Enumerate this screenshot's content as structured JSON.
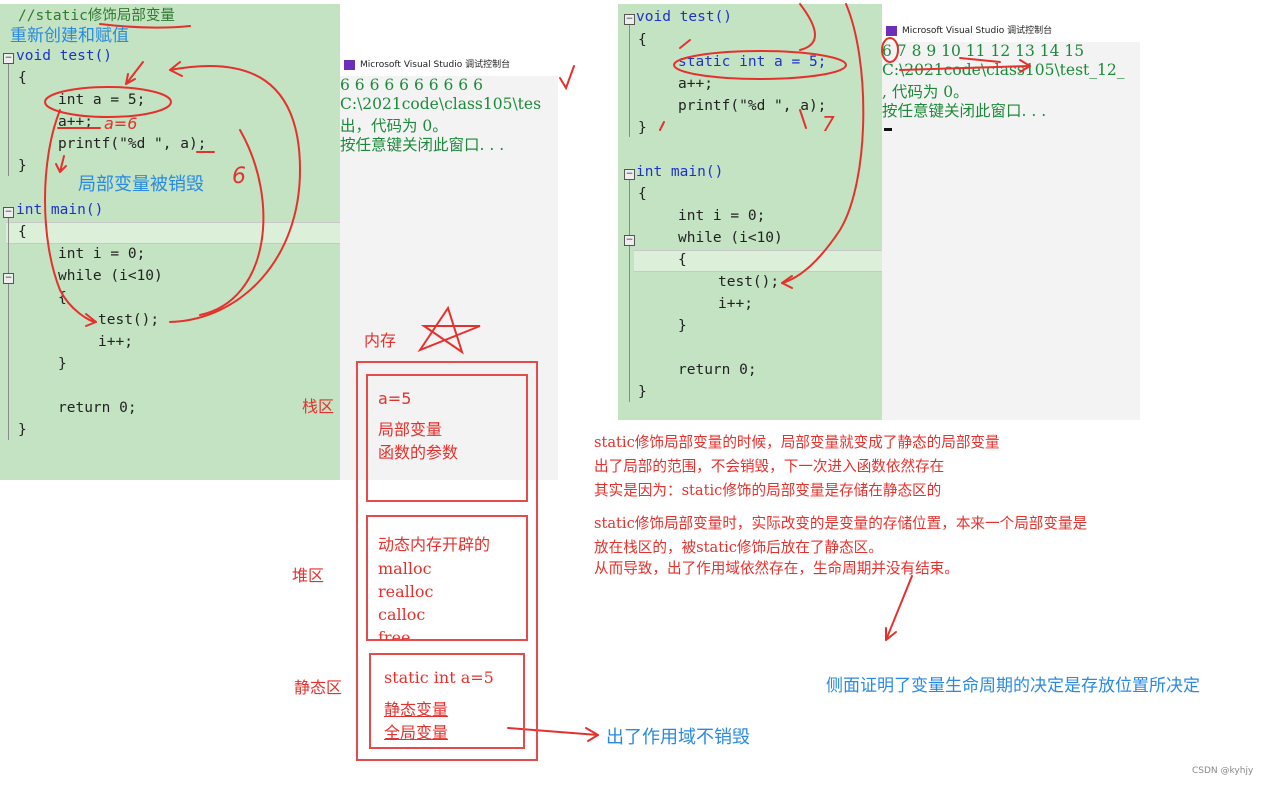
{
  "left_editor": {
    "comment": "//static修饰局部变量",
    "lines": {
      "void_test": "void test()",
      "open1": "{",
      "int_a": "int a = 5;",
      "a_inc": "a++;",
      "printf": "printf(\"%d \", a);",
      "close1": "}",
      "int_main": "int main()",
      "open2": "{",
      "int_i": "int i = 0;",
      "while": "while (i<10)",
      "open3": "{",
      "test_call": "test();",
      "i_inc": "i++;",
      "close3": "}",
      "return": "return 0;",
      "close2": "}"
    }
  },
  "left_console": {
    "title": "Microsoft Visual Studio 调试控制台",
    "lines": [
      "6 6 6 6 6 6 6 6 6 6",
      "C:\\2021code\\class105\\tes",
      "出，代码为 0。",
      "按任意键关闭此窗口. . ."
    ]
  },
  "right_editor": {
    "lines": {
      "void_test": "void test()",
      "open1": "{",
      "static_a": "static int a = 5;",
      "a_inc": "a++;",
      "printf": "printf(\"%d \", a);",
      "close1": "}",
      "int_main": "int main()",
      "open2": "{",
      "int_i": "int i = 0;",
      "while": "while (i<10)",
      "open3": "{",
      "test_call": "test();",
      "i_inc": "i++;",
      "close3": "}",
      "return": "return 0;",
      "close2": "}"
    }
  },
  "right_console": {
    "title": "Microsoft Visual Studio 调试控制台",
    "lines": [
      "6 7 8 9 10 11 12 13 14 15",
      "C:\\2021code\\class105\\test_12_",
      ", 代码为 0。",
      "按任意键关闭此窗口. . ."
    ]
  },
  "annotations": {
    "blue_recreate": "重新创建和赋值",
    "a_eq_6": "a=6",
    "blue_destroyed": "局部变量被销毁",
    "hand_6": "6",
    "hand_7": "7",
    "memory": "内存",
    "stack": "栈区",
    "heap": "堆区",
    "static_area": "静态区",
    "out_of_scope": "出了作用域不销毁",
    "conclusion": "侧面证明了变量生命周期的决定是存放位置所决定"
  },
  "memory_boxes": {
    "stack_lines": [
      "a=5",
      "局部变量",
      "函数的参数"
    ],
    "heap_lines": [
      "动态内存开辟的",
      "malloc",
      "realloc",
      "calloc",
      "free"
    ],
    "static_lines": [
      "static int a=5",
      "静态变量",
      "全局变量"
    ]
  },
  "notes": [
    "static修饰局部变量的时候，局部变量就变成了静态的局部变量",
    "出了局部的范围，不会销毁，下一次进入函数依然存在",
    "其实是因为：static修饰的局部变量是存储在静态区的",
    "static修饰局部变量时，实际改变的是变量的存储位置，本来一个局部变量是",
    "放在栈区的，被static修饰后放在了静态区。",
    "从而导致，出了作用域依然存在，生命周期并没有结束。"
  ],
  "watermark": "CSDN @kyhjy",
  "colors": {
    "editor_bg": "#c3e3c3",
    "keyword": "#1f32c8",
    "console_text": "#1c8a3a",
    "annotation_red": "#e5312d",
    "annotation_blue": "#2a8ae0"
  }
}
